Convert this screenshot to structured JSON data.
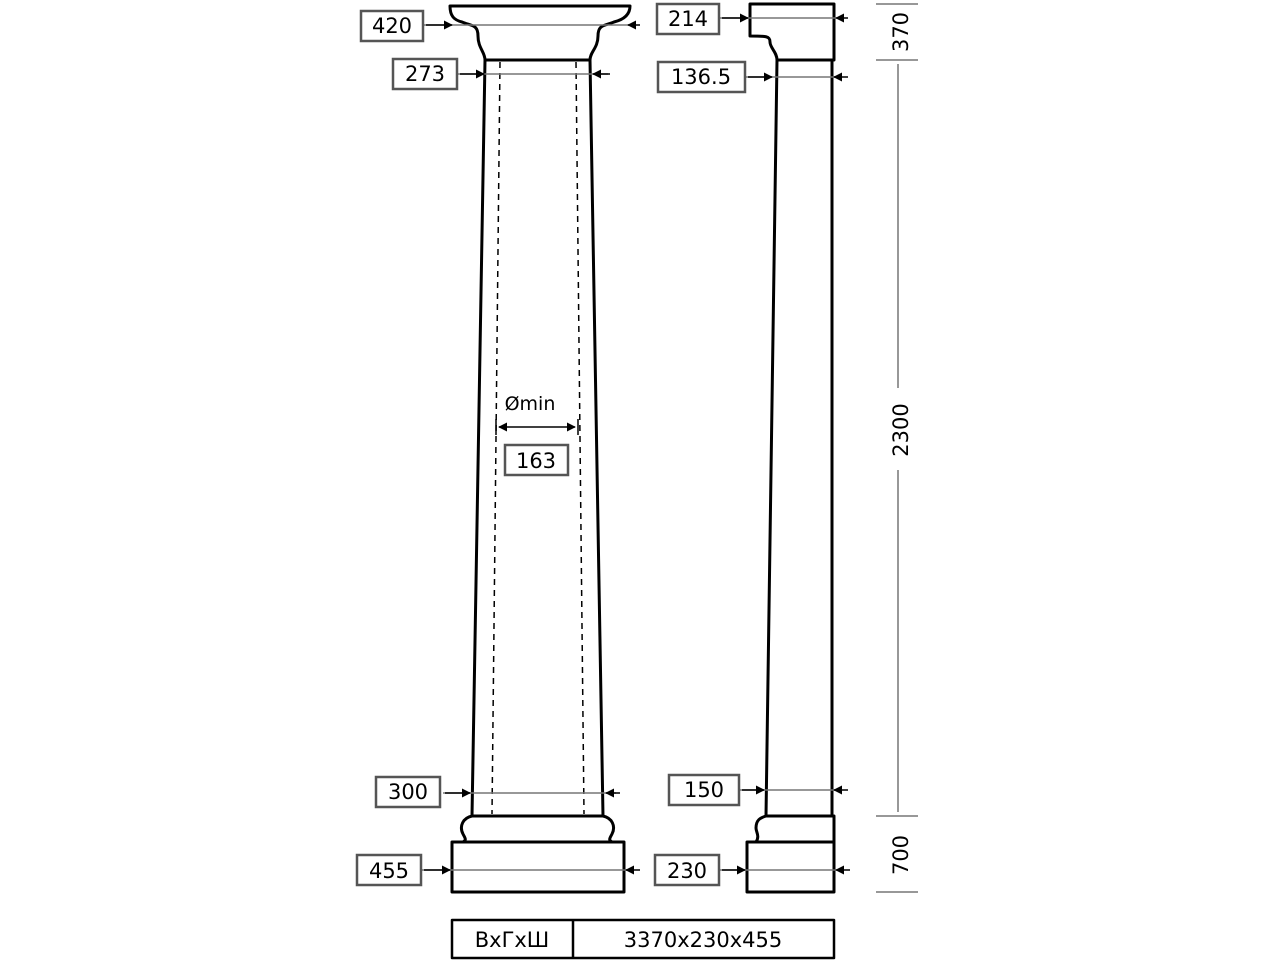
{
  "drawing": {
    "front_view": {
      "capital_width": "420",
      "top_shaft_width": "273",
      "min_diameter_label": "Ømin",
      "min_diameter": "163",
      "bottom_shaft_width": "300",
      "base_width": "455"
    },
    "side_view": {
      "capital_depth": "214",
      "top_shaft_depth": "136.5",
      "bottom_shaft_depth": "150",
      "base_depth": "230"
    },
    "heights": {
      "capital": "370",
      "shaft": "2300",
      "base": "700"
    },
    "spec_table": {
      "label": "ВхГхШ",
      "value": "3370х230х455"
    }
  }
}
